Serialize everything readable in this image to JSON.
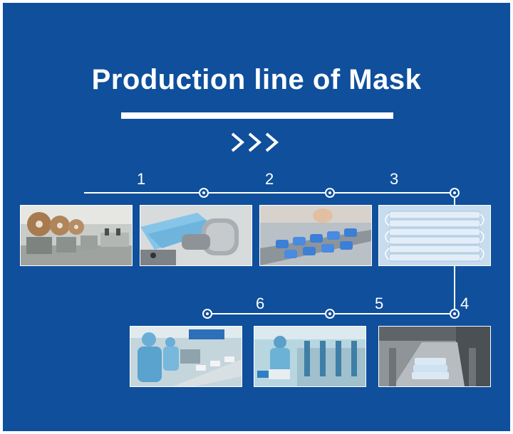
{
  "title": "Production line of Mask",
  "colors": {
    "background": "#0f4f9c",
    "line": "#ffffff"
  },
  "arrow_icon": "triple-chevron-right-icon",
  "steps": [
    {
      "number": "1",
      "image": "raw-material-rolls-factory-photo"
    },
    {
      "number": "2",
      "image": "ear-loop-welding-machine-photo"
    },
    {
      "number": "3",
      "image": "mask-conveyor-photo"
    },
    {
      "number": "4",
      "image": "stacked-masks-photo"
    },
    {
      "number": "5",
      "image": "packaging-machine-photo"
    },
    {
      "number": "6",
      "image": "workers-production-line-photo"
    }
  ]
}
